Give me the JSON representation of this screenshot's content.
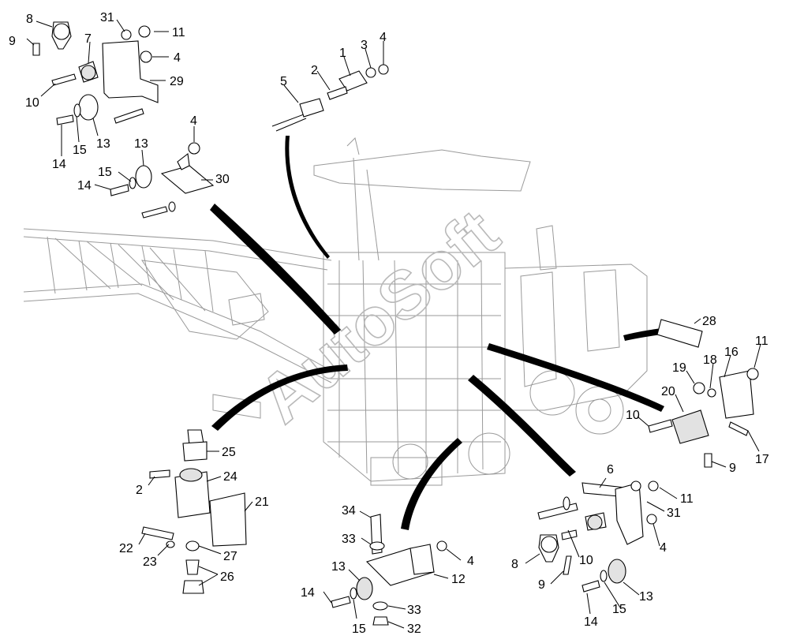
{
  "watermark": "AutoSoft",
  "callouts": [
    {
      "id": "c8a",
      "text": "8"
    },
    {
      "id": "c9a",
      "text": "9"
    },
    {
      "id": "c31a",
      "text": "31"
    },
    {
      "id": "c11a",
      "text": "11"
    },
    {
      "id": "c7",
      "text": "7"
    },
    {
      "id": "c4a",
      "text": "4"
    },
    {
      "id": "c29",
      "text": "29"
    },
    {
      "id": "c10a",
      "text": "10"
    },
    {
      "id": "c13a",
      "text": "13"
    },
    {
      "id": "c15a",
      "text": "15"
    },
    {
      "id": "c14a",
      "text": "14"
    },
    {
      "id": "c4b",
      "text": "4"
    },
    {
      "id": "c13b",
      "text": "13"
    },
    {
      "id": "c15b",
      "text": "15"
    },
    {
      "id": "c14b",
      "text": "14"
    },
    {
      "id": "c30",
      "text": "30"
    },
    {
      "id": "c1",
      "text": "1"
    },
    {
      "id": "c2a",
      "text": "2"
    },
    {
      "id": "c3",
      "text": "3"
    },
    {
      "id": "c4c",
      "text": "4"
    },
    {
      "id": "c5",
      "text": "5"
    },
    {
      "id": "c28",
      "text": "28"
    },
    {
      "id": "c11b",
      "text": "11"
    },
    {
      "id": "c16",
      "text": "16"
    },
    {
      "id": "c19",
      "text": "19"
    },
    {
      "id": "c18",
      "text": "18"
    },
    {
      "id": "c20",
      "text": "20"
    },
    {
      "id": "c10b",
      "text": "10"
    },
    {
      "id": "c17",
      "text": "17"
    },
    {
      "id": "c9b",
      "text": "9"
    },
    {
      "id": "c25",
      "text": "25"
    },
    {
      "id": "c2b",
      "text": "2"
    },
    {
      "id": "c24",
      "text": "24"
    },
    {
      "id": "c21",
      "text": "21"
    },
    {
      "id": "c22",
      "text": "22"
    },
    {
      "id": "c23",
      "text": "23"
    },
    {
      "id": "c27",
      "text": "27"
    },
    {
      "id": "c26",
      "text": "26"
    },
    {
      "id": "c34",
      "text": "34"
    },
    {
      "id": "c33a",
      "text": "33"
    },
    {
      "id": "c13c",
      "text": "13"
    },
    {
      "id": "c4d",
      "text": "4"
    },
    {
      "id": "c12",
      "text": "12"
    },
    {
      "id": "c14c",
      "text": "14"
    },
    {
      "id": "c33b",
      "text": "33"
    },
    {
      "id": "c15c",
      "text": "15"
    },
    {
      "id": "c32",
      "text": "32"
    },
    {
      "id": "c6",
      "text": "6"
    },
    {
      "id": "c11c",
      "text": "11"
    },
    {
      "id": "c31b",
      "text": "31"
    },
    {
      "id": "c8b",
      "text": "8"
    },
    {
      "id": "c10c",
      "text": "10"
    },
    {
      "id": "c4e",
      "text": "4"
    },
    {
      "id": "c9c",
      "text": "9"
    },
    {
      "id": "c13d",
      "text": "13"
    },
    {
      "id": "c14d",
      "text": "14"
    },
    {
      "id": "c15d",
      "text": "15"
    }
  ]
}
